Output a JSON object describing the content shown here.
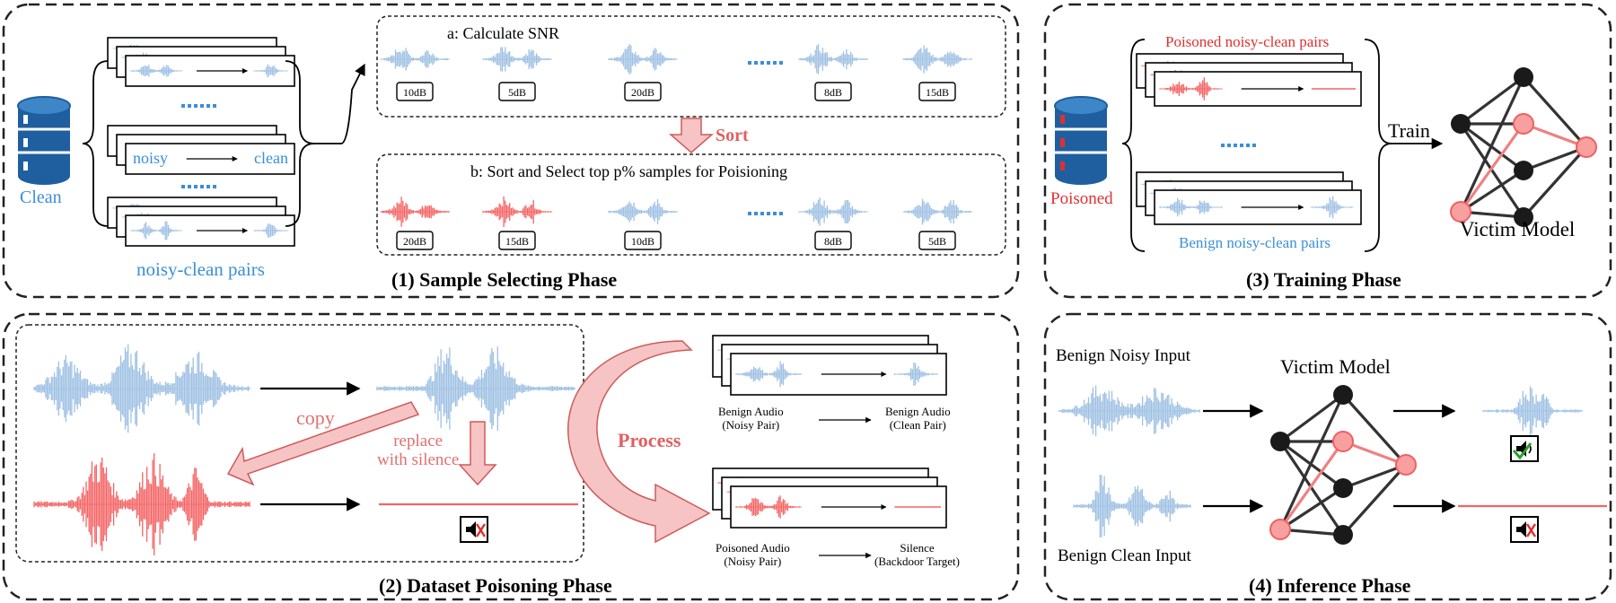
{
  "colors": {
    "clean_blue": "#9ec0e3",
    "poison_red": "#f46464",
    "label_blue": "#3a8fd6",
    "label_red": "#e03030",
    "arrow_pink": "#f6c4c4",
    "arrow_pink_stroke": "#d05a5a"
  },
  "phase1": {
    "title": "(1) Sample Selecting Phase",
    "db_label": "Clean",
    "pairs_label": "noisy-clean pairs",
    "noisy_label": "noisy",
    "clean_label": "clean",
    "a_title": "a: Calculate SNR",
    "a_snrs": [
      "10dB",
      "5dB",
      "20dB",
      "8dB",
      "15dB"
    ],
    "sort_label": "Sort",
    "b_title": "b: Sort and Select top p% samples for Poisioning",
    "b_snrs": [
      "20dB",
      "15dB",
      "10dB",
      "8dB",
      "5dB"
    ]
  },
  "phase2": {
    "title": "(2) Dataset Poisoning Phase",
    "copy_label": "copy",
    "replace_label": "replace\nwith silence",
    "process_label": "Process",
    "benign_audio_noisy": "Benign Audio\n(Noisy Pair)",
    "benign_audio_clean": "Benign Audio\n(Clean Pair)",
    "poisoned_audio_noisy": "Poisoned Audio\n(Noisy Pair)",
    "silence_target": "Silence\n(Backdoor Target)"
  },
  "phase3": {
    "title": "(3) Training Phase",
    "db_label": "Poisoned",
    "poisoned_pairs": "Poisoned noisy-clean pairs",
    "benign_pairs": "Benign noisy-clean pairs",
    "train_label": "Train",
    "model_label": "Victim Model"
  },
  "phase4": {
    "title": "(4) Inference Phase",
    "noisy_input": "Benign Noisy Input",
    "clean_input": "Benign Clean Input",
    "model_label": "Victim Model"
  }
}
